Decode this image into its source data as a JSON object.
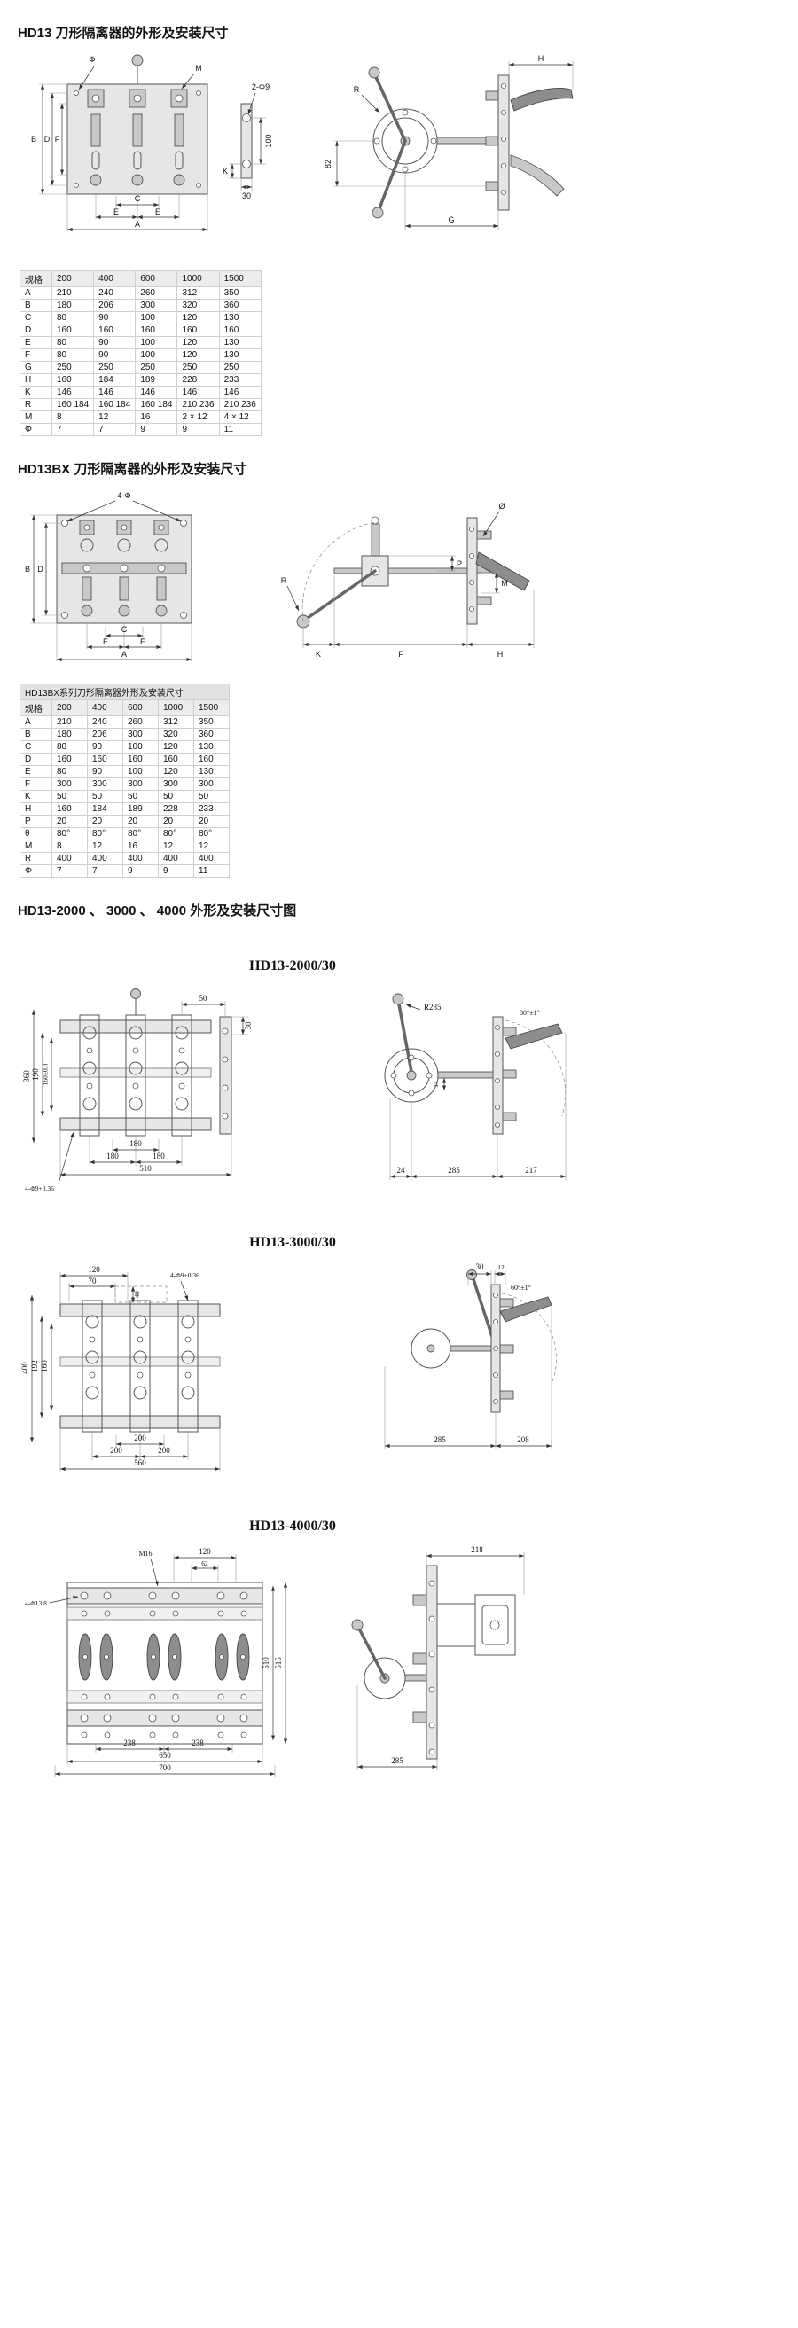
{
  "sections": {
    "s1": {
      "title": "HD13 刀形隔离器的外形及安装尺寸"
    },
    "s2": {
      "title": "HD13BX 刀形隔离器的外形及安装尺寸"
    },
    "s3": {
      "title": "HD13-2000 、 3000 、 4000 外形及安装尺寸图"
    }
  },
  "table1": {
    "header": [
      "规格",
      "200",
      "400",
      "600",
      "1000",
      "1500"
    ],
    "rows": [
      [
        "A",
        "210",
        "240",
        "260",
        "312",
        "350"
      ],
      [
        "B",
        "180",
        "206",
        "300",
        "320",
        "360"
      ],
      [
        "C",
        "80",
        "90",
        "100",
        "120",
        "130"
      ],
      [
        "D",
        "160",
        "160",
        "160",
        "160",
        "160"
      ],
      [
        "E",
        "80",
        "90",
        "100",
        "120",
        "130"
      ],
      [
        "F",
        "80",
        "90",
        "100",
        "120",
        "130"
      ],
      [
        "G",
        "250",
        "250",
        "250",
        "250",
        "250"
      ],
      [
        "H",
        "160",
        "184",
        "189",
        "228",
        "233"
      ],
      [
        "K",
        "146",
        "146",
        "146",
        "146",
        "146"
      ],
      [
        "R",
        "160 184",
        "160 184",
        "160 184",
        "210 236",
        "210 236"
      ],
      [
        "M",
        "8",
        "12",
        "16",
        "2 × 12",
        "4 × 12"
      ],
      [
        "Φ",
        "7",
        "7",
        "9",
        "9",
        "11"
      ]
    ]
  },
  "table2": {
    "title": "HD13BX系列刀形隔离器外形及安装尺寸",
    "header": [
      "规格",
      "200",
      "400",
      "600",
      "1000",
      "1500"
    ],
    "rows": [
      [
        "A",
        "210",
        "240",
        "260",
        "312",
        "350"
      ],
      [
        "B",
        "180",
        "206",
        "300",
        "320",
        "360"
      ],
      [
        "C",
        "80",
        "90",
        "100",
        "120",
        "130"
      ],
      [
        "D",
        "160",
        "160",
        "160",
        "160",
        "160"
      ],
      [
        "E",
        "80",
        "90",
        "100",
        "120",
        "130"
      ],
      [
        "F",
        "300",
        "300",
        "300",
        "300",
        "300"
      ],
      [
        "K",
        "50",
        "50",
        "50",
        "50",
        "50"
      ],
      [
        "H",
        "160",
        "184",
        "189",
        "228",
        "233"
      ],
      [
        "P",
        "20",
        "20",
        "20",
        "20",
        "20"
      ],
      [
        "θ",
        "80°",
        "80°",
        "80°",
        "80°",
        "80°"
      ],
      [
        "M",
        "8",
        "12",
        "16",
        "12",
        "12"
      ],
      [
        "R",
        "400",
        "400",
        "400",
        "400",
        "400"
      ],
      [
        "Φ",
        "7",
        "7",
        "9",
        "9",
        "11"
      ]
    ]
  },
  "fig1": {
    "labels": {
      "phi": "Φ",
      "m": "M",
      "b": "B",
      "d": "D",
      "f": "F",
      "c": "C",
      "e1": "E",
      "e2": "E",
      "a": "A",
      "hole": "2-Φ9",
      "k": "K",
      "h100": "100",
      "w30": "30"
    }
  },
  "fig2": {
    "labels": {
      "h": "H",
      "r": "R",
      "v82": "82",
      "g": "G"
    }
  },
  "fig3": {
    "labels": {
      "hole": "4-Φ",
      "b": "B",
      "d": "D",
      "c": "C",
      "e1": "E",
      "e2": "E",
      "a": "A"
    }
  },
  "fig4": {
    "labels": {
      "dia": "Ø",
      "r": "R",
      "p": "P",
      "k": "K",
      "f": "F",
      "m": "M",
      "h": "H"
    }
  },
  "fig5": {
    "title": "HD13-2000/30",
    "labels": {
      "n50": "50",
      "n30": "30",
      "n360": "360",
      "n190": "190",
      "n160": "160±0.8",
      "hole": "4-Φ9+0.36",
      "c180": "180",
      "l180": "180",
      "r180": "180",
      "n510": "510"
    }
  },
  "fig6": {
    "labels": {
      "r285": "R285",
      "angle": "80°±1°",
      "n14": "14",
      "n24": "24",
      "n285": "285",
      "n217": "217"
    }
  },
  "fig7": {
    "title": "HD13-3000/30",
    "labels": {
      "n120": "120",
      "n70": "70",
      "n40": "40",
      "hole": "4-Φ9+0.36",
      "n400": "400",
      "n192": "192",
      "n160": "160",
      "c200": "200",
      "l200": "200",
      "r200": "200",
      "n560": "560"
    }
  },
  "fig8": {
    "labels": {
      "n30": "30",
      "n12": "12",
      "angle": "60°±1°",
      "n285": "285",
      "n208": "208"
    }
  },
  "fig9": {
    "title": "HD13-4000/30",
    "labels": {
      "m16": "M16",
      "n120": "120",
      "n62": "62",
      "hole": "4-Φ13.8",
      "n510": "510",
      "n515": "515",
      "l238": "238",
      "r238": "238",
      "n650": "650",
      "n700": "700"
    }
  },
  "fig10": {
    "labels": {
      "n218": "218",
      "n285": "285"
    }
  }
}
